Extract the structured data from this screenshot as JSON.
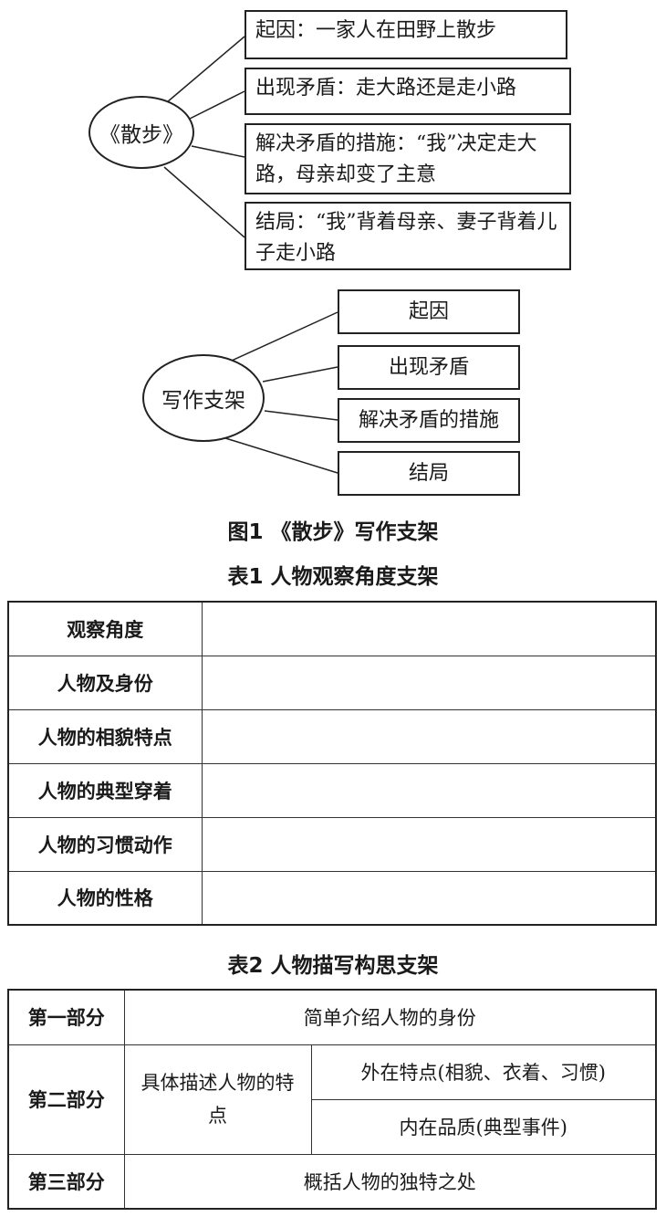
{
  "figure1_top": {
    "center": "《散步》",
    "boxes": [
      "起因：一家人在田野上散步",
      "出现矛盾：走大路还是走小路",
      "解决矛盾的措施：“我”决定走大路，母亲却变了主意",
      "结局：“我”背着母亲、妻子背着儿子走小路"
    ]
  },
  "figure1_bottom": {
    "center": "写作支架",
    "boxes": [
      "起因",
      "出现矛盾",
      "解决矛盾的措施",
      "结局"
    ]
  },
  "figure1_caption": "图1 《散步》写作支架",
  "table1": {
    "caption": "表1  人物观察角度支架",
    "rows": [
      "观察角度",
      "人物及身份",
      "人物的相貌特点",
      "人物的典型穿着",
      "人物的习惯动作",
      "人物的性格"
    ]
  },
  "table2": {
    "caption": "表2  人物描写构思支架",
    "part1_label": "第一部分",
    "part1_content": "简单介绍人物的身份",
    "part2_label": "第二部分",
    "part2_middle": "具体描述人物的特点",
    "part2_sub1": "外在特点(相貌、衣着、习惯)",
    "part2_sub2": "内在品质(典型事件)",
    "part3_label": "第三部分",
    "part3_content": "概括人物的独特之处"
  }
}
